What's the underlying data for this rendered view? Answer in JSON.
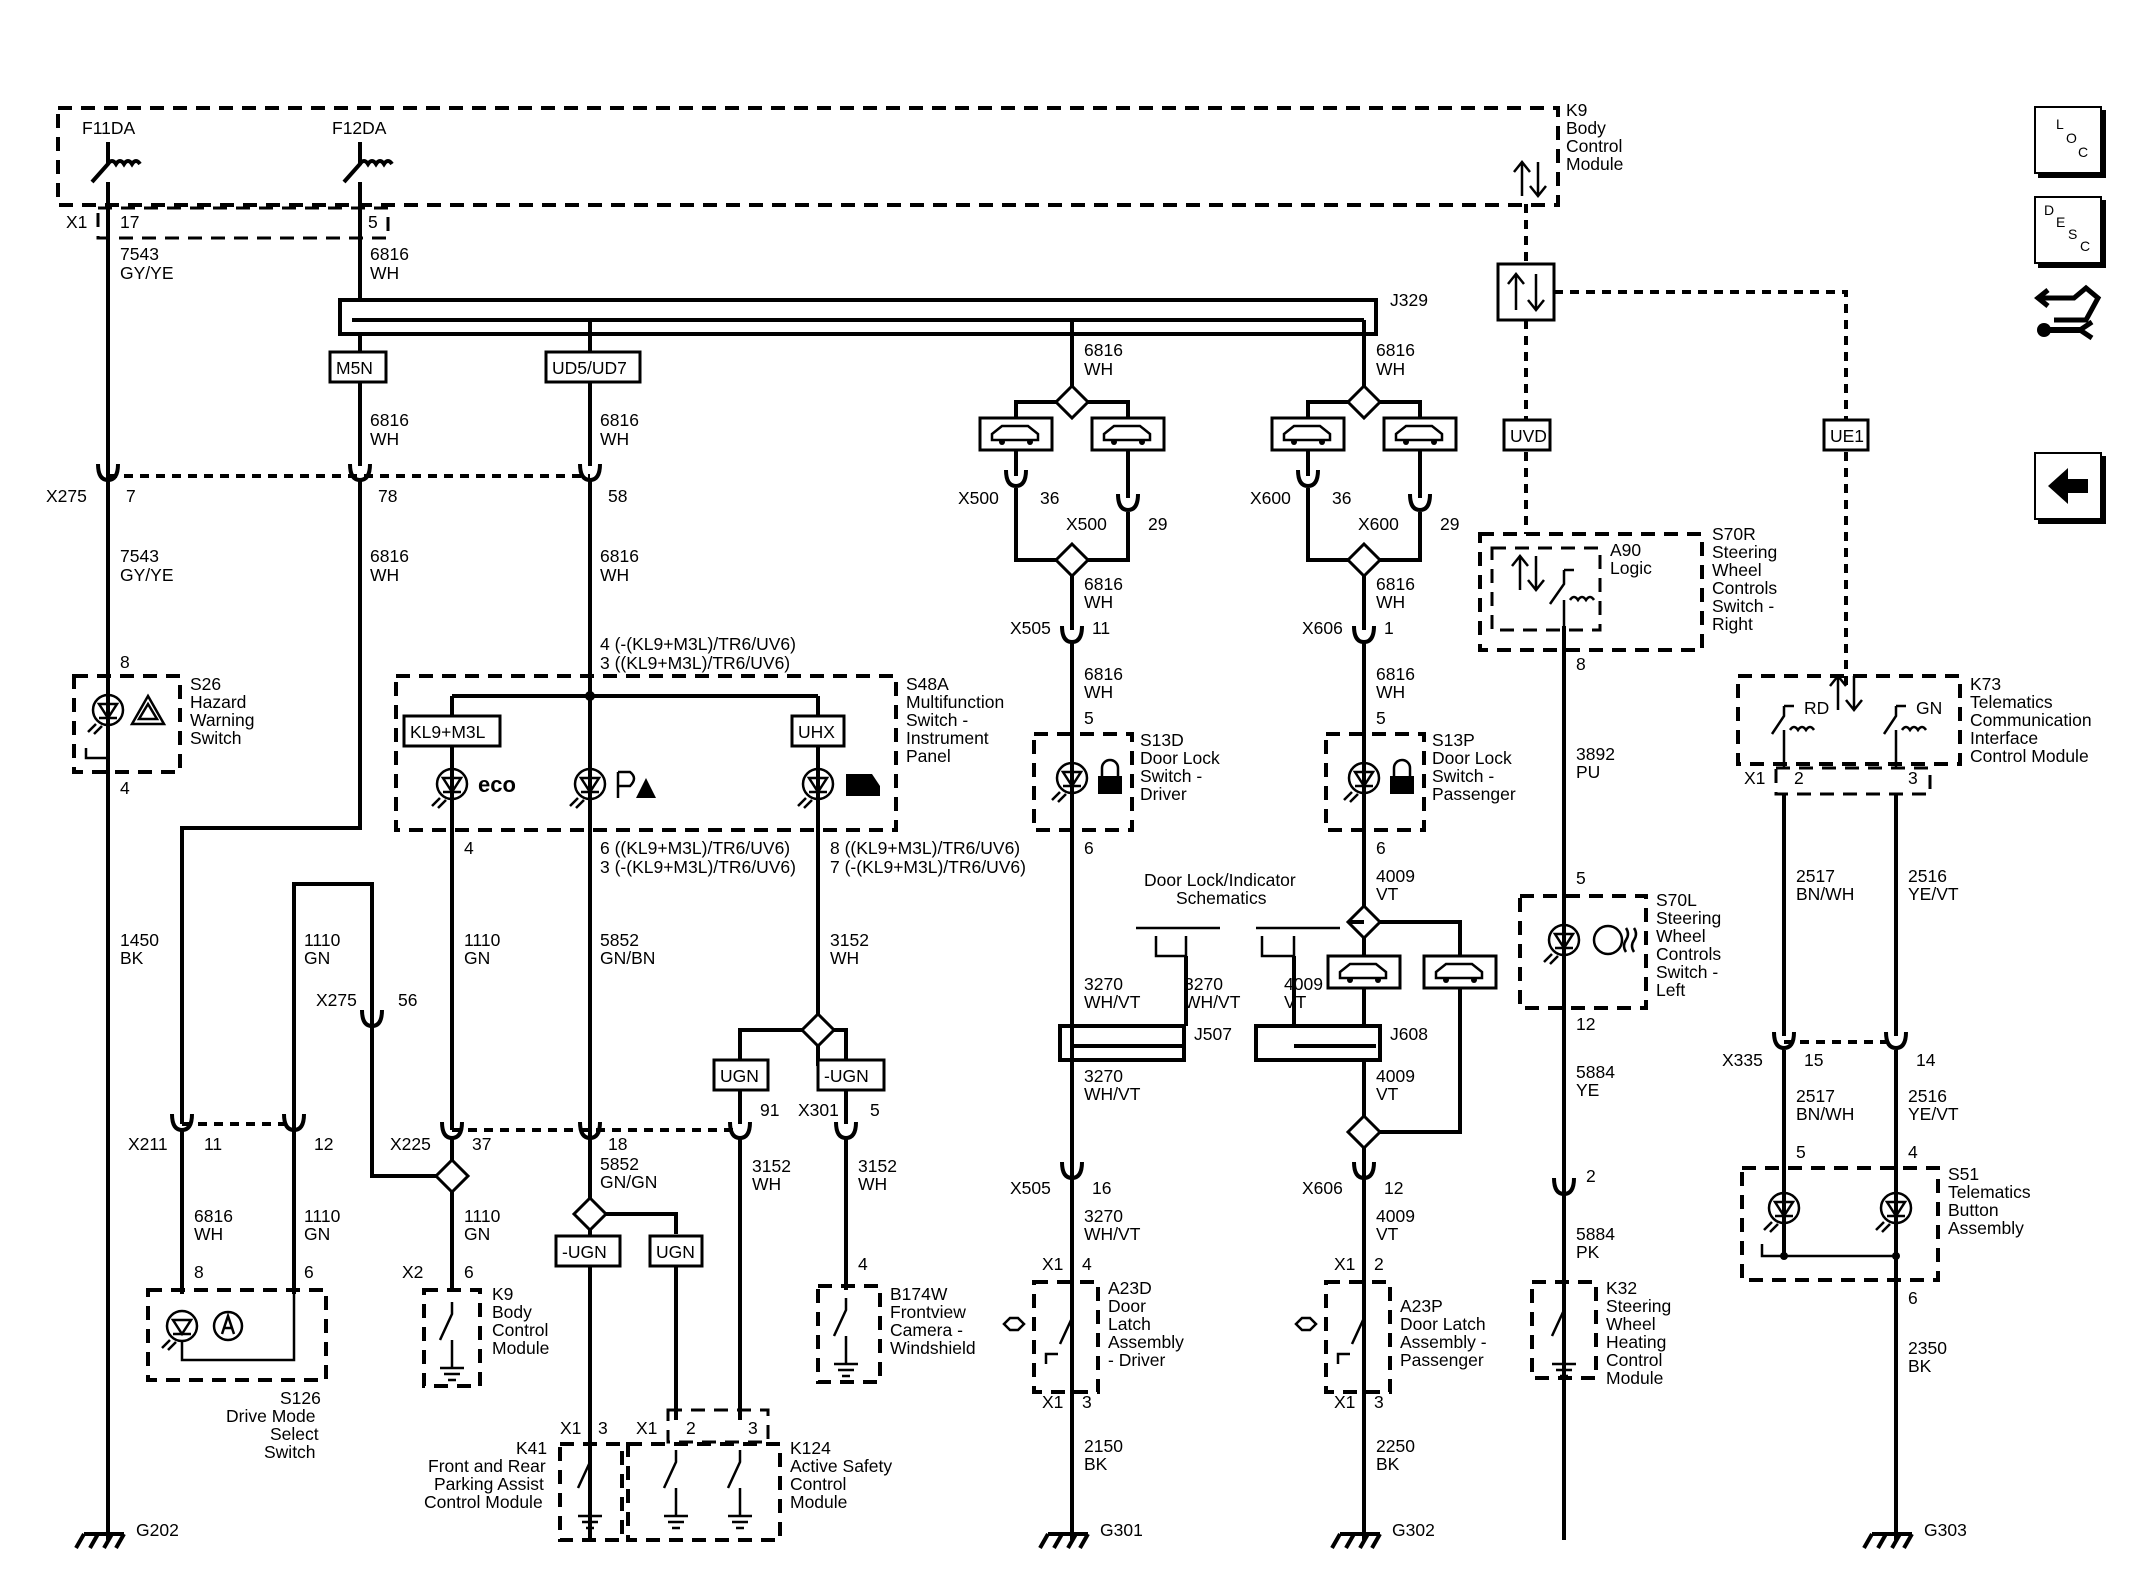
{
  "nav": {
    "loc": [
      "L",
      "O",
      "C"
    ],
    "desc": [
      "D",
      "E",
      "S",
      "C"
    ]
  },
  "labels": {
    "k9": [
      "K9",
      "Body",
      "Control",
      "Module"
    ],
    "f11": "F11DA",
    "f12": "F12DA",
    "x1": "X1",
    "p17": "17",
    "p5": "5",
    "w7543": [
      "7543",
      "GY/YE"
    ],
    "w6816": [
      "6816",
      "WH"
    ],
    "j329": "J329",
    "m5n": "M5N",
    "ud5": "UD5/UD7",
    "uvd": "UVD",
    "ue1": "UE1",
    "x275": "X275",
    "p7": "7",
    "p78": "78",
    "p58": "58",
    "x500": "X500",
    "x600": "X600",
    "p36": "36",
    "p29": "29",
    "x505": "X505",
    "x606": "X606",
    "p11": "11",
    "p1": "1",
    "a90": [
      "A90",
      "Logic"
    ],
    "s70r": [
      "S70R",
      "Steering",
      "Wheel",
      "Controls",
      "Switch -",
      "Right"
    ],
    "p8": "8",
    "s26": [
      "S26",
      "Hazard",
      "Warning",
      "Switch"
    ],
    "p4": "4",
    "s48": [
      "S48A",
      "Multifunction",
      "Switch -",
      "Instrument",
      "Panel"
    ],
    "s48note1": "4 (-(KL9+M3L)/TR6/UV6)",
    "s48note2": "3 ((KL9+M3L)/TR6/UV6)",
    "kl9": "KL9+M3L",
    "uhx": "UHX",
    "eco": "eco",
    "s48b1": "6 ((KL9+M3L)/TR6/UV6)",
    "s48b2": "3 (-(KL9+M3L)/TR6/UV6)",
    "s48b3": "8 ((KL9+M3L)/TR6/UV6)",
    "s48b4": "7 (-(KL9+M3L)/TR6/UV6)",
    "s13d": [
      "S13D",
      "Door Lock",
      "Switch -",
      "Driver"
    ],
    "s13p": [
      "S13P",
      "Door Lock",
      "Switch -",
      "Passenger"
    ],
    "k73": [
      "K73",
      "Telematics",
      "Communication",
      "Interface",
      "Control Module"
    ],
    "rd": "RD",
    "gn": "GN",
    "p2": "2",
    "p3": "3",
    "w3892": [
      "3892",
      "PU"
    ],
    "w4009": [
      "4009",
      "VT"
    ],
    "doorsch": [
      "Door Lock/Indicator",
      "Schematics"
    ],
    "s70l": [
      "S70L",
      "Steering",
      "Wheel",
      "Controls",
      "Switch -",
      "Left"
    ],
    "w2517": [
      "2517",
      "BN/WH"
    ],
    "w2516": [
      "2516",
      "YE/VT"
    ],
    "w1450": [
      "1450",
      "BK"
    ],
    "w1110": [
      "1110",
      "GN"
    ],
    "w5852": [
      "5852",
      "GN/BN"
    ],
    "w3152": [
      "3152",
      "WH"
    ],
    "w3270": [
      "3270",
      "WH/VT"
    ],
    "j507": "J507",
    "j608": "J608",
    "p56": "56",
    "p6": "6",
    "p12": "12",
    "x211": "X211",
    "x225": "X225",
    "p37": "37",
    "p18": "18",
    "ugn": "UGN",
    "nugn": "-UGN",
    "p91": "91",
    "x301": "X301",
    "x335": "X335",
    "p15": "15",
    "p14": "14",
    "w5884ye": [
      "5884",
      "YE"
    ],
    "w5852gn": [
      "5852",
      "GN/GN"
    ],
    "x505b": "X505",
    "p16": "16",
    "x606b": "X606",
    "s51": [
      "S51",
      "Telematics",
      "Button",
      "Assembly"
    ],
    "s126": [
      "S126",
      "Drive Mode",
      "Select",
      "Switch"
    ],
    "x2": "X2",
    "b174": [
      "B174W",
      "Frontview",
      "Camera -",
      "Windshield"
    ],
    "a23d": [
      "A23D",
      "Door",
      "Latch",
      "Assembly",
      "- Driver"
    ],
    "a23p": [
      "A23P",
      "Door Latch",
      "Assembly -",
      "Passenger"
    ],
    "k32": [
      "K32",
      "Steering",
      "Wheel",
      "Heating",
      "Control",
      "Module"
    ],
    "w5884pk": [
      "5884",
      "PK"
    ],
    "k41": [
      "K41",
      "Front and Rear",
      "Parking Assist",
      "Control Module"
    ],
    "k124": [
      "K124",
      "Active Safety",
      "Control",
      "Module"
    ],
    "w2150": [
      "2150",
      "BK"
    ],
    "w2250": [
      "2250",
      "BK"
    ],
    "w2350": [
      "2350",
      "BK"
    ],
    "g202": "G202",
    "g301": "G301",
    "g302": "G302",
    "g303": "G303"
  }
}
